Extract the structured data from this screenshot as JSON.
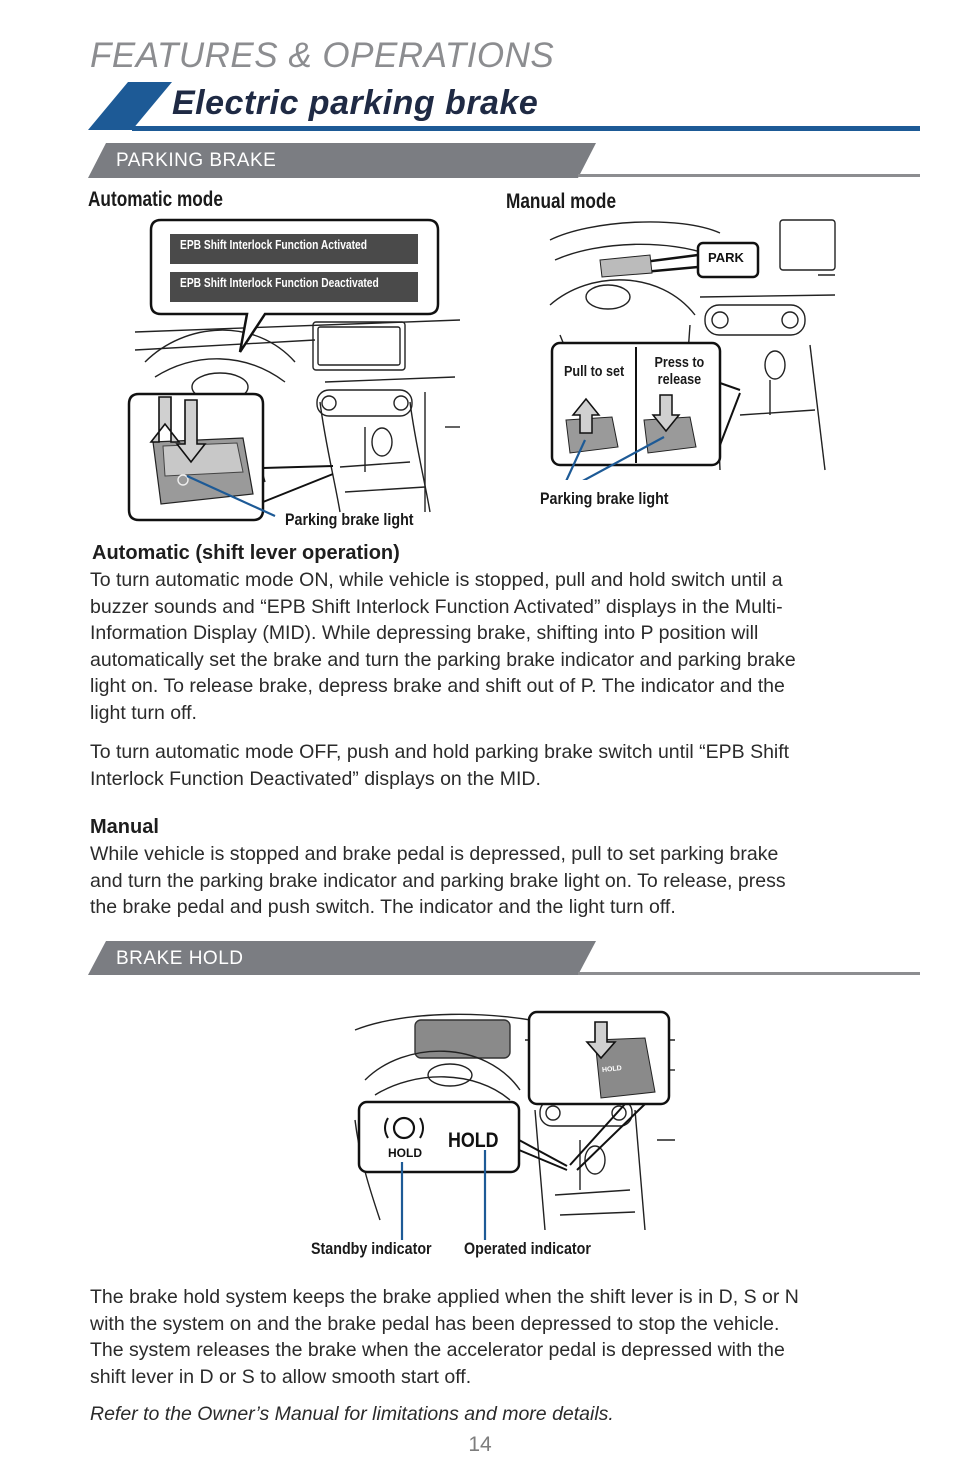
{
  "header": {
    "section": "FEATURES & OPERATIONS",
    "title": "Electric parking brake"
  },
  "parking_brake": {
    "subhead": "PARKING BRAKE",
    "auto_mode_label": "Automatic mode",
    "manual_mode_label": "Manual mode",
    "mid_activated": "EPB Shift Interlock Function Activated",
    "mid_deactivated": "EPB Shift Interlock Function Deactivated",
    "park_label": "PARK",
    "pull_to_set": "Pull to set",
    "press_to_release_1": "Press to",
    "press_to_release_2": "release",
    "parking_brake_light_auto": "Parking brake light",
    "parking_brake_light_manual": "Parking brake light",
    "auto_heading": "Automatic (shift lever operation)",
    "auto_para_lines": [
      "To turn automatic mode ON, while vehicle is stopped, pull and hold switch until a",
      "buzzer sounds and “EPB Shift Interlock Function Activated” displays in the Multi-",
      "Information Display (MID). While depressing brake, shifting into P position will",
      "automatically set the brake and turn the parking brake indicator and parking brake",
      "light on. To release brake, depress brake and shift out of P. The indicator and the",
      "light turn off."
    ],
    "off_para_lines": [
      "To turn automatic mode OFF, push and hold parking brake switch until “EPB Shift",
      "Interlock Function Deactivated” displays on the MID."
    ],
    "manual_heading": "Manual",
    "manual_para_lines": [
      "While vehicle is stopped and brake pedal is depressed, pull to set parking brake",
      "and turn the parking brake indicator and parking brake light on. To release, press",
      "the brake pedal and push switch. The indicator and the light turn off."
    ]
  },
  "brake_hold": {
    "subhead": "BRAKE HOLD",
    "hold_small": "HOLD",
    "hold_big": "HOLD",
    "hold_switch": "HOLD",
    "standby_indicator": "Standby indicator",
    "operated_indicator": "Operated indicator",
    "para_lines": [
      "The brake hold system keeps the brake applied when the shift lever is in D, S or N",
      "with the system on and the brake pedal has been depressed to stop the vehicle.",
      "The system releases the brake when the accelerator pedal is depressed with the",
      "shift lever in D or S to allow smooth start off."
    ],
    "note": "Refer to the Owner’s Manual for limitations and more details."
  },
  "footer": {
    "page_number": "14"
  },
  "colors": {
    "brand_blue": "#1d5a96",
    "subhead_gray": "#7b7d82",
    "rule_gray": "#8c8d90",
    "callout_blue": "#1d5a96"
  }
}
